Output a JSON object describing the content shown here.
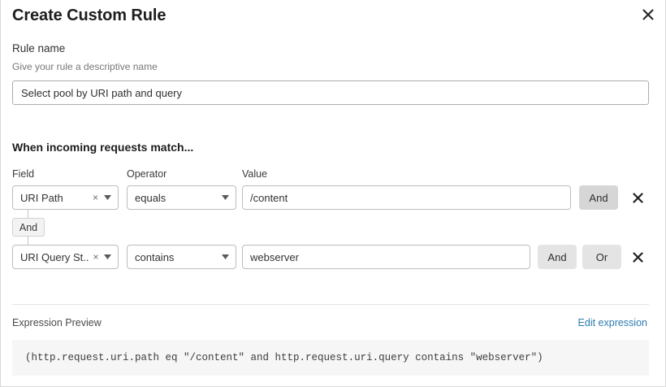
{
  "dialog": {
    "title": "Create Custom Rule",
    "close_icon": "close-icon"
  },
  "rule_name": {
    "label": "Rule name",
    "sublabel": "Give your rule a descriptive name",
    "value": "Select pool by URI path and query",
    "placeholder": ""
  },
  "match_section": {
    "heading": "When incoming requests match...",
    "columns": {
      "field": "Field",
      "operator": "Operator",
      "value": "Value"
    },
    "connector": {
      "label": "And"
    },
    "rows": [
      {
        "field": "URI Path",
        "operator": "equals",
        "value": "/content",
        "clear_icon": "×",
        "and_label": "And",
        "or_label": null,
        "remove_icon": "close-icon"
      },
      {
        "field": "URI Query St...",
        "operator": "contains",
        "value": "webserver",
        "clear_icon": "×",
        "and_label": "And",
        "or_label": "Or",
        "remove_icon": "close-icon"
      }
    ]
  },
  "expression_preview": {
    "label": "Expression Preview",
    "edit_link": "Edit expression",
    "expression": "(http.request.uri.path eq \"/content\" and http.request.uri.query contains \"webserver\")"
  },
  "colors": {
    "link": "#2c7cb0",
    "code_background": "#f6f6f6",
    "button_active": "#d6d6d6",
    "button_plain": "#e4e4e4"
  }
}
